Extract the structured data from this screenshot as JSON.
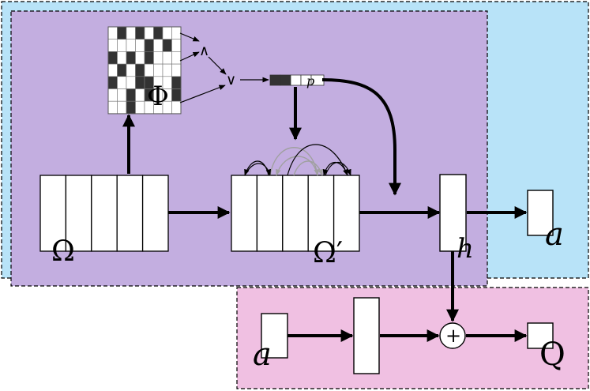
{
  "labels": {
    "omega": "Ω",
    "omega_prime": "Ω′",
    "phi": "Φ",
    "p": "p",
    "and_symbol": "∧",
    "or_symbol": "∨",
    "h": "h",
    "a_top": "a",
    "a_bottom": "a",
    "plus": "+",
    "q": "Q"
  },
  "grid_cells": [
    [
      0,
      1,
      0,
      1,
      0,
      1,
      0,
      0
    ],
    [
      0,
      0,
      0,
      0,
      1,
      0,
      1,
      0
    ],
    [
      1,
      0,
      1,
      0,
      1,
      0,
      0,
      0
    ],
    [
      0,
      1,
      0,
      1,
      0,
      0,
      0,
      0
    ],
    [
      1,
      0,
      0,
      1,
      1,
      0,
      0,
      1
    ],
    [
      0,
      0,
      1,
      0,
      1,
      0,
      0,
      1
    ],
    [
      0,
      0,
      1,
      0,
      0,
      0,
      0,
      0
    ]
  ],
  "p_vector_cells": [
    1,
    1,
    0,
    0
  ],
  "colors": {
    "blue_region": "#b8e3f8",
    "purple_region": "#c3aee0",
    "pink_region": "#f0c0e2",
    "dark_cell": "#333333",
    "light_cell": "#ffffff",
    "grey_arrow": "#a0a0a0"
  }
}
